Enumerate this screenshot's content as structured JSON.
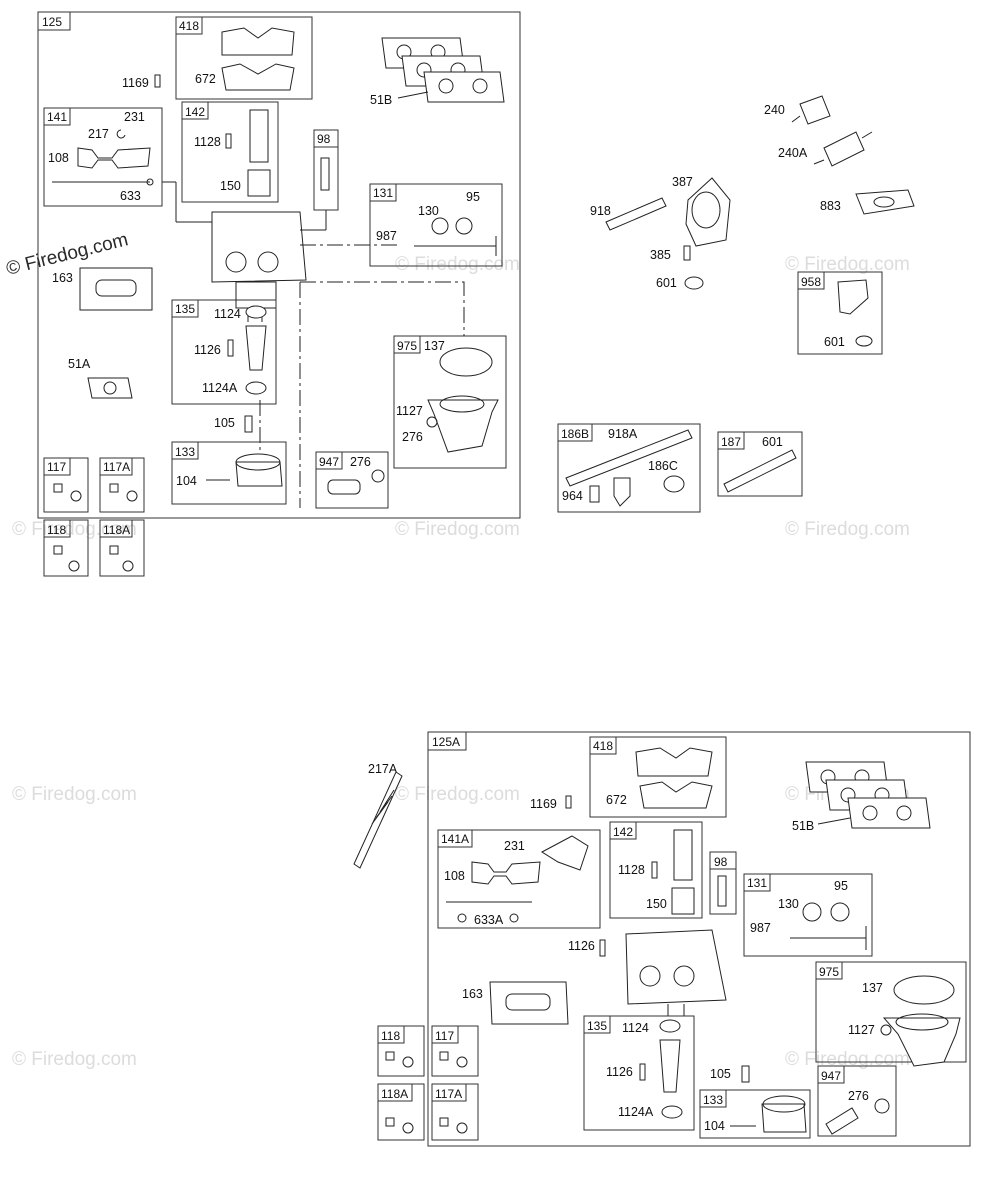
{
  "watermark": "© Firedog.com",
  "top_left": {
    "assembly": "125",
    "kit_418": {
      "id": "418",
      "part": "672"
    },
    "screw_1169": "1169",
    "gasket_51B": "51B",
    "kit_141": {
      "id": "141",
      "p231": "231",
      "p217": "217",
      "p108": "108",
      "p633": "633"
    },
    "kit_142": {
      "id": "142",
      "p1128": "1128",
      "p150": "150"
    },
    "kit_98": "98",
    "kit_131": {
      "id": "131",
      "p130": "130",
      "p95": "95",
      "p987": "987"
    },
    "gasket_163": "163",
    "kit_135": {
      "id": "135",
      "p1124": "1124",
      "p1126": "1126",
      "p1124A": "1124A"
    },
    "gasket_51A": "51A",
    "kit_975": {
      "id": "975",
      "p137": "137",
      "p1127": "1127",
      "p276": "276"
    },
    "p105": "105",
    "kit_133": {
      "id": "133",
      "p104": "104"
    },
    "kit_947": {
      "id": "947",
      "p276": "276"
    },
    "kits_small": [
      "117",
      "117A",
      "118",
      "118A"
    ]
  },
  "top_right": {
    "p240": "240",
    "p240A": "240A",
    "p387": "387",
    "p918": "918",
    "p883": "883",
    "p385": "385",
    "p601": "601",
    "kit_958": {
      "id": "958",
      "p601": "601"
    },
    "kit_186B": {
      "id": "186B",
      "p918A": "918A",
      "p186C": "186C",
      "p964": "964"
    },
    "kit_187": {
      "id": "187",
      "p601": "601"
    }
  },
  "bottom": {
    "p217A": "217A",
    "assembly": "125A",
    "kit_418": {
      "id": "418",
      "part": "672"
    },
    "screw_1169": "1169",
    "gasket_51B": "51B",
    "kit_141A": {
      "id": "141A",
      "p231": "231",
      "p108": "108",
      "p633A": "633A"
    },
    "kit_142": {
      "id": "142",
      "p1128": "1128",
      "p150": "150"
    },
    "kit_98": "98",
    "kit_131": {
      "id": "131",
      "p130": "130",
      "p95": "95",
      "p987": "987"
    },
    "p1126": "1126",
    "gasket_163": "163",
    "kit_975": {
      "id": "975",
      "p137": "137",
      "p1127": "1127"
    },
    "kits_small": [
      "118",
      "117",
      "118A",
      "117A"
    ],
    "kit_135": {
      "id": "135",
      "p1124": "1124",
      "p1126": "1126",
      "p1124A": "1124A"
    },
    "p105": "105",
    "kit_133": {
      "id": "133",
      "p104": "104"
    },
    "kit_947": {
      "id": "947",
      "p276": "276"
    }
  }
}
